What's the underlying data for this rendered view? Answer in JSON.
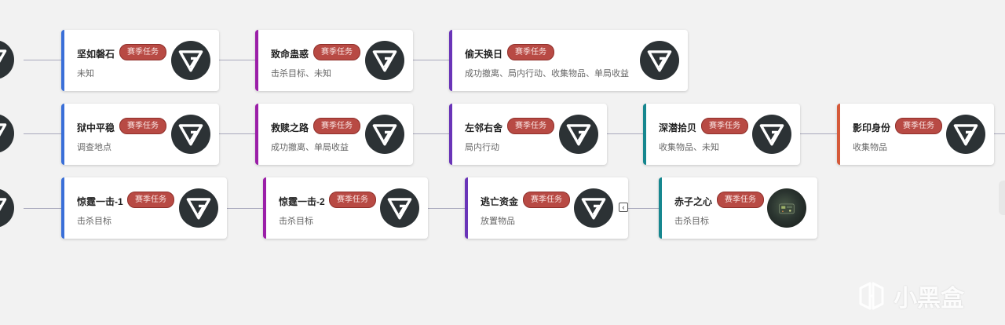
{
  "badge_label": "赛季任务",
  "colors": {
    "blue": "#3a6fd8",
    "magenta": "#9b1fa8",
    "purple": "#6a35b8",
    "teal": "#16878f",
    "orange": "#d55a3a",
    "badge": "#b84a44"
  },
  "rows": [
    {
      "cards": [
        {
          "title": "坚如磐石",
          "desc": "未知",
          "accent": "blue",
          "icon": "g-logo-icon"
        },
        {
          "title": "致命蛊惑",
          "desc": "击杀目标、未知",
          "accent": "magenta",
          "icon": "g-logo-icon"
        },
        {
          "title": "偷天换日",
          "desc": "成功撤离、局内行动、收集物品、单局收益",
          "accent": "purple",
          "icon": "g-logo-icon"
        }
      ]
    },
    {
      "cards": [
        {
          "title": "狱中平稳",
          "desc": "调查地点",
          "accent": "blue",
          "icon": "g-logo-icon"
        },
        {
          "title": "救赎之路",
          "desc": "成功撤离、单局收益",
          "accent": "magenta",
          "icon": "g-logo-icon"
        },
        {
          "title": "左邻右舍",
          "desc": "局内行动",
          "accent": "purple",
          "icon": "g-logo-icon"
        },
        {
          "title": "深潜拾贝",
          "desc": "收集物品、未知",
          "accent": "teal",
          "icon": "g-logo-icon"
        },
        {
          "title": "影印身份",
          "desc": "收集物品",
          "accent": "orange",
          "icon": "g-logo-icon"
        }
      ]
    },
    {
      "cards": [
        {
          "title": "惊霆一击-1",
          "desc": "击杀目标",
          "accent": "blue",
          "icon": "g-logo-icon"
        },
        {
          "title": "惊霆一击-2",
          "desc": "击杀目标",
          "accent": "magenta",
          "icon": "g-logo-icon"
        },
        {
          "title": "逃亡资金",
          "desc": "放置物品",
          "accent": "purple",
          "icon": "g-logo-icon"
        },
        {
          "title": "赤子之心",
          "desc": "击杀目标",
          "accent": "teal",
          "icon": "device-photo-icon"
        }
      ]
    }
  ],
  "collapse_button": "‹",
  "watermark": {
    "text": "小黑盒",
    "icon": "heybox-logo-icon"
  }
}
